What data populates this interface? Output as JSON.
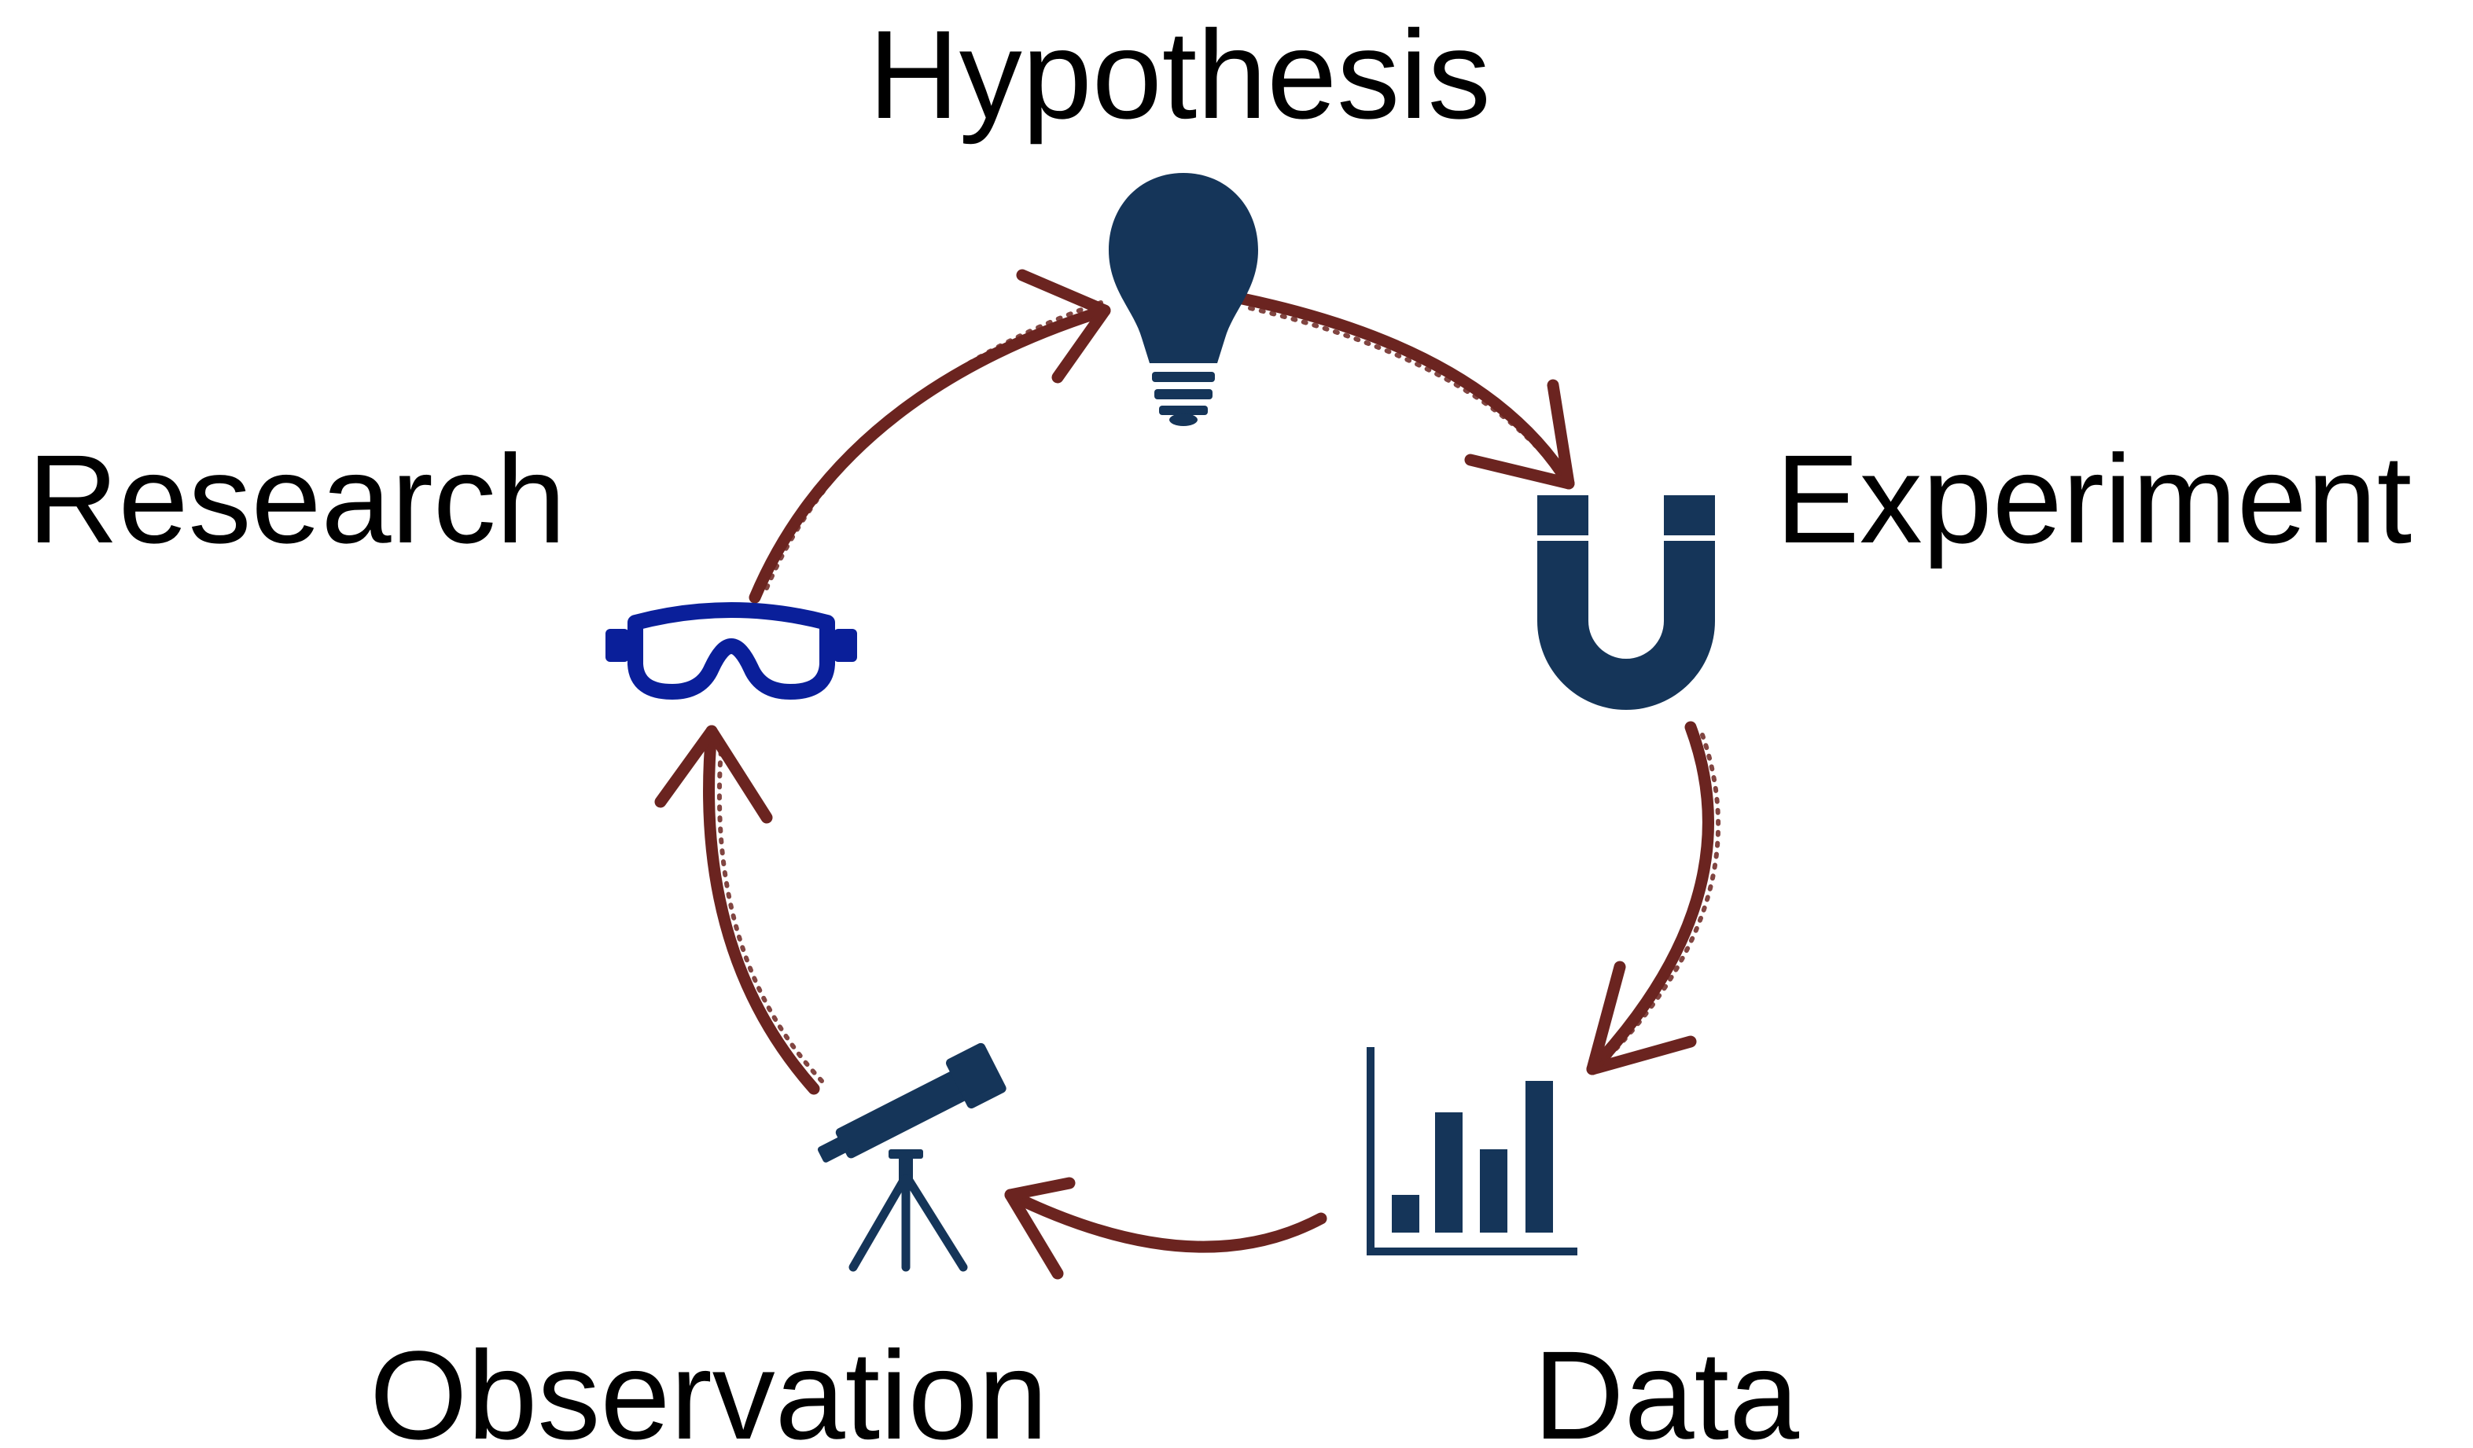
{
  "colors": {
    "arrow": "#6b2420",
    "icon": "#153559",
    "goggles": "#0a1f9a",
    "label": "#000000",
    "background": "#ffffff"
  },
  "stages": [
    {
      "id": "hypothesis",
      "label": "Hypothesis",
      "icon": "lightbulb-icon"
    },
    {
      "id": "experiment",
      "label": "Experiment",
      "icon": "magnet-icon"
    },
    {
      "id": "data",
      "label": "Data",
      "icon": "bar-chart-icon"
    },
    {
      "id": "observation",
      "label": "Observation",
      "icon": "telescope-icon"
    },
    {
      "id": "research",
      "label": "Research",
      "icon": "goggles-icon"
    }
  ]
}
